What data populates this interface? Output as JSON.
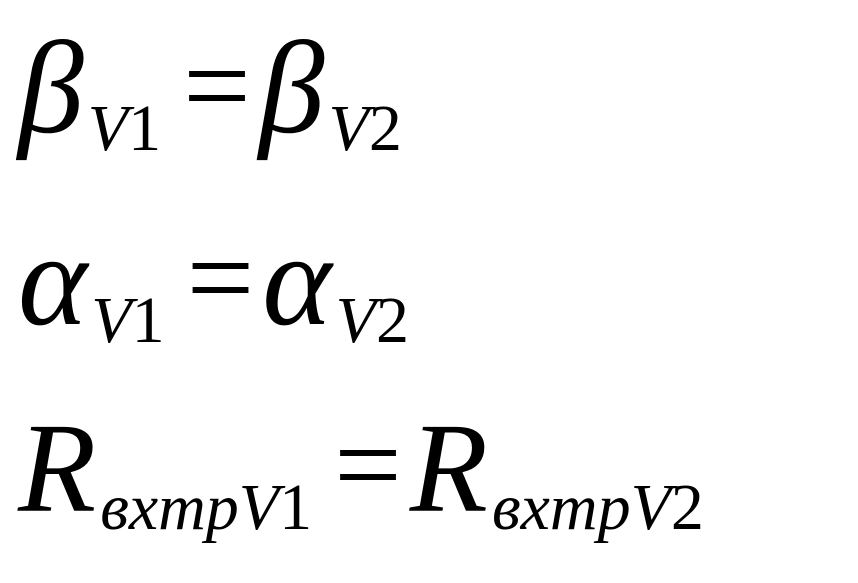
{
  "equations": [
    {
      "lhs": {
        "symbol": "β",
        "sub_italic": "V",
        "sub_num": "1"
      },
      "operator": "=",
      "rhs": {
        "symbol": "β",
        "sub_italic": "V",
        "sub_num": "2"
      }
    },
    {
      "lhs": {
        "symbol": "α",
        "sub_italic": "V",
        "sub_num": "1"
      },
      "operator": "=",
      "rhs": {
        "symbol": "α",
        "sub_italic": "V",
        "sub_num": "2"
      }
    },
    {
      "lhs": {
        "symbol": "R",
        "sub_italic": "вхтрV",
        "sub_num": "1"
      },
      "operator": "=",
      "rhs": {
        "symbol": "R",
        "sub_italic": "вхтрV",
        "sub_num": "2"
      }
    }
  ]
}
